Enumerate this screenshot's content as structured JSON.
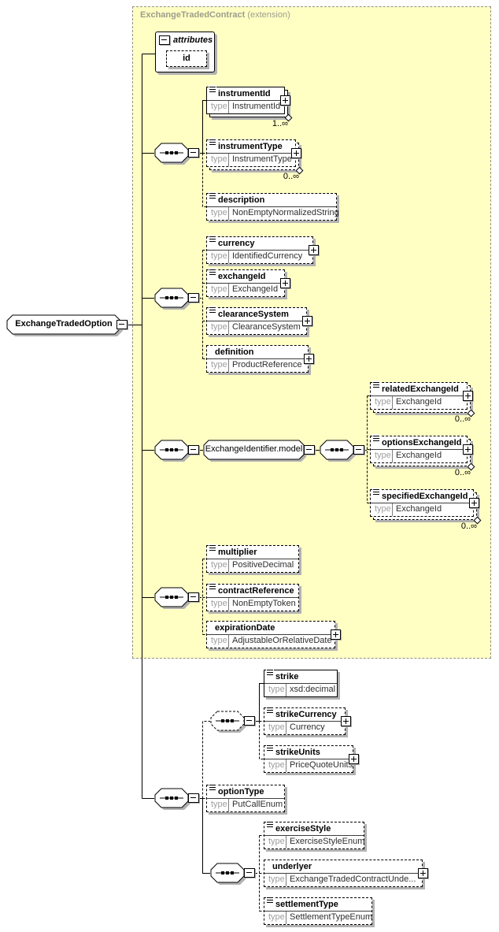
{
  "extension": {
    "title": "ExchangeTradedContract",
    "suffix": " (extension)"
  },
  "root": {
    "name": "ExchangeTradedOption"
  },
  "attributes_box": {
    "label": "attributes",
    "attributes": [
      {
        "name": "id"
      }
    ]
  },
  "labels": {
    "type": "type"
  },
  "groups": {
    "exchangeIdentifierModel": {
      "name": "ExchangeIdentifier.model"
    }
  },
  "nodes": {
    "instrumentId": {
      "name": "instrumentId",
      "type": "InstrumentId",
      "occurs": "1..∞"
    },
    "instrumentType": {
      "name": "instrumentType",
      "type": "InstrumentType",
      "occurs": "0..∞"
    },
    "description": {
      "name": "description",
      "type": "NonEmptyNormalizedString"
    },
    "currency": {
      "name": "currency",
      "type": "IdentifiedCurrency"
    },
    "exchangeId": {
      "name": "exchangeId",
      "type": "ExchangeId"
    },
    "clearanceSystem": {
      "name": "clearanceSystem",
      "type": "ClearanceSystem"
    },
    "definition": {
      "name": "definition",
      "type": "ProductReference"
    },
    "relatedExchangeId": {
      "name": "relatedExchangeId",
      "type": "ExchangeId",
      "occurs": "0..∞"
    },
    "optionsExchangeId": {
      "name": "optionsExchangeId",
      "type": "ExchangeId",
      "occurs": "0..∞"
    },
    "specifiedExchangeId": {
      "name": "specifiedExchangeId",
      "type": "ExchangeId",
      "occurs": "0..∞"
    },
    "multiplier": {
      "name": "multiplier",
      "type": "PositiveDecimal"
    },
    "contractReference": {
      "name": "contractReference",
      "type": "NonEmptyToken"
    },
    "expirationDate": {
      "name": "expirationDate",
      "type": "AdjustableOrRelativeDate"
    },
    "strike": {
      "name": "strike",
      "type": "xsd:decimal"
    },
    "strikeCurrency": {
      "name": "strikeCurrency",
      "type": "Currency"
    },
    "strikeUnits": {
      "name": "strikeUnits",
      "type": "PriceQuoteUnits"
    },
    "optionType": {
      "name": "optionType",
      "type": "PutCallEnum"
    },
    "exerciseStyle": {
      "name": "exerciseStyle",
      "type": "ExerciseStyleEnum"
    },
    "underlyer": {
      "name": "underlyer",
      "type": "ExchangeTradedContractUnde..."
    },
    "settlementType": {
      "name": "settlementType",
      "type": "SettlementTypeEnum"
    }
  },
  "colors": {
    "canvas_background": "#ffffff",
    "extension_background": "#ffffc4",
    "extension_border": "#8f8f8f",
    "extension_title": "#9c9c8c",
    "box_background": "#ffffff",
    "box_border": "#000000",
    "shadow": "#b2b2b2",
    "type_label": "#9e9e9e",
    "type_value": "#2e2e2e",
    "connector": "#000000"
  }
}
